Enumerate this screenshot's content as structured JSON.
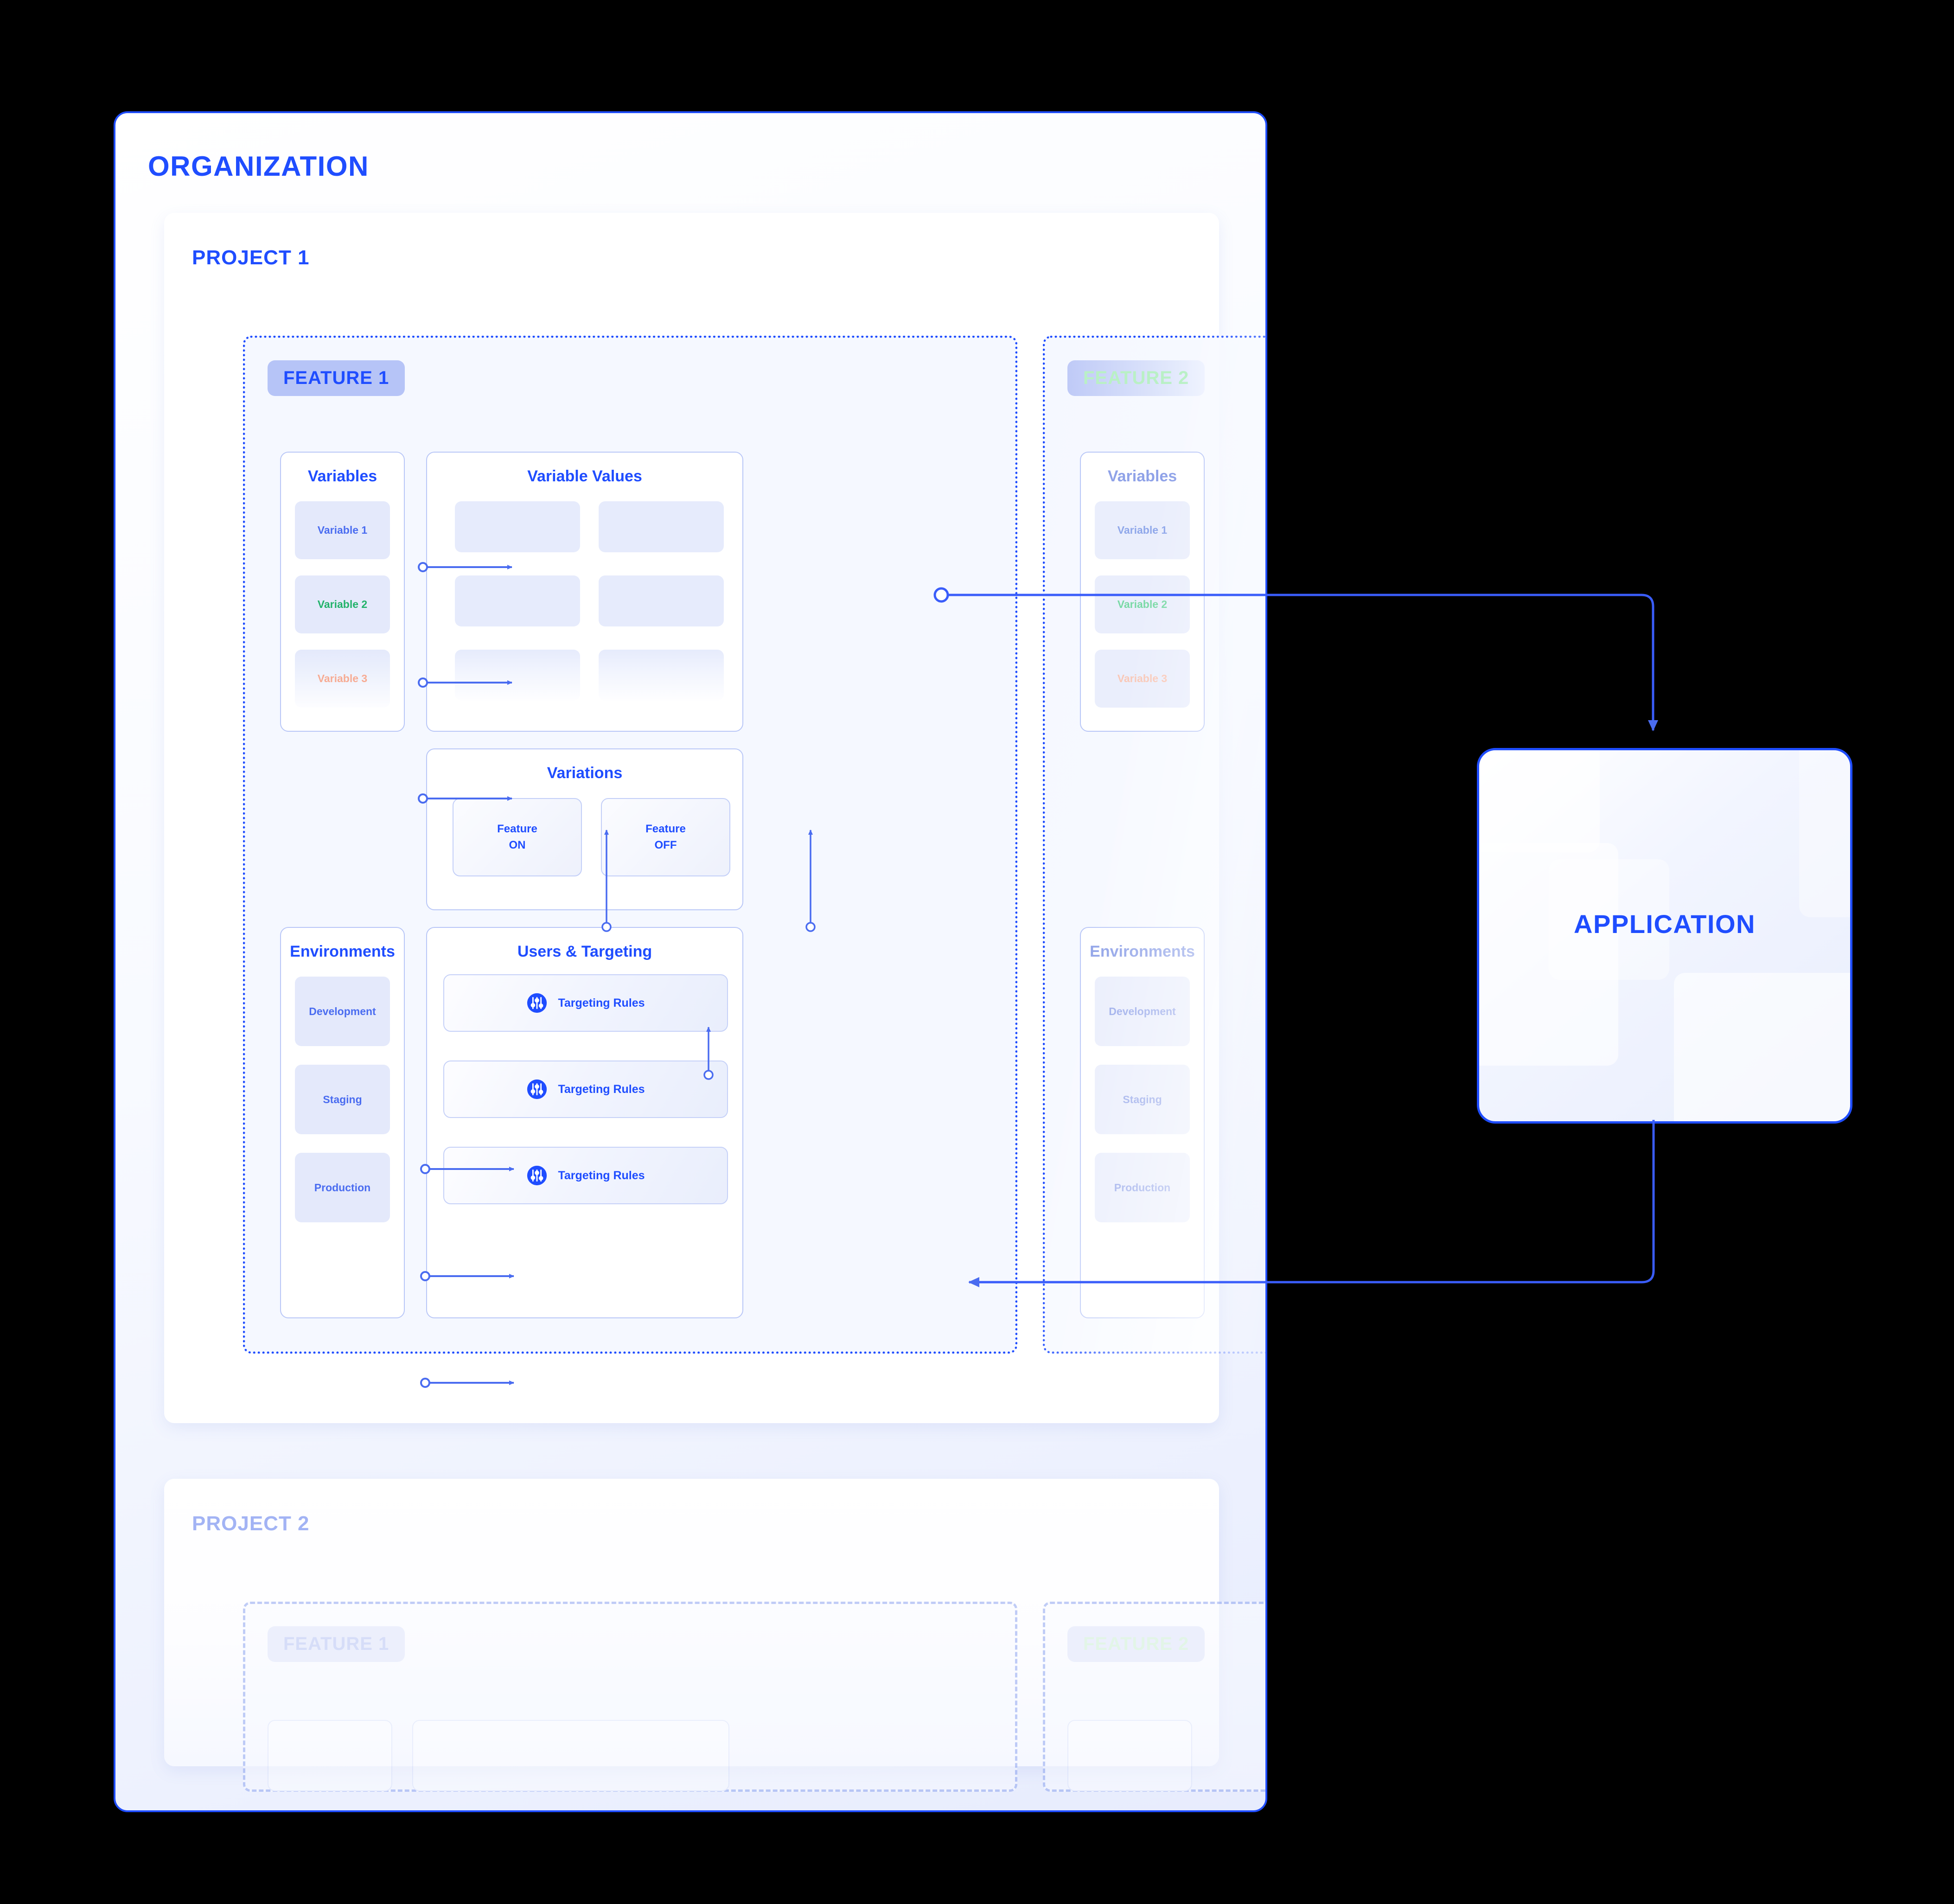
{
  "organization": {
    "title": "ORGANIZATION"
  },
  "projects": [
    {
      "title": "PROJECT 1",
      "features": [
        {
          "badge": "FEATURE 1",
          "variables_card": {
            "title": "Variables",
            "items": [
              {
                "label": "Variable 1",
                "color": "#4a6cf0"
              },
              {
                "label": "Variable 2",
                "color": "#21b26a"
              },
              {
                "label": "Variable 3",
                "color": "#f7ab93"
              }
            ]
          },
          "variable_values_card": {
            "title": "Variable Values",
            "cells": 6
          },
          "variations_card": {
            "title": "Variations",
            "items": [
              {
                "line1": "Feature",
                "line2": "ON"
              },
              {
                "line1": "Feature",
                "line2": "OFF"
              }
            ]
          },
          "environments_card": {
            "title": "Environments",
            "items": [
              {
                "label": "Development"
              },
              {
                "label": "Staging"
              },
              {
                "label": "Production"
              }
            ]
          },
          "users_targeting_card": {
            "title": "Users & Targeting",
            "rows": [
              {
                "label": "Targeting Rules",
                "icon": "sliders-icon"
              },
              {
                "label": "Targeting Rules",
                "icon": "sliders-icon"
              },
              {
                "label": "Targeting Rules",
                "icon": "sliders-icon"
              }
            ]
          }
        },
        {
          "badge": "FEATURE 2",
          "faded": true,
          "variables_card": {
            "title": "Variables",
            "items": [
              {
                "label": "Variable 1",
                "color": "#8fa7ea"
              },
              {
                "label": "Variable 2",
                "color": "#79d9a5"
              },
              {
                "label": "Variable 3",
                "color": "#f9c8b7"
              }
            ]
          },
          "environments_card": {
            "title": "Environments",
            "items": [
              {
                "label": "Development"
              },
              {
                "label": "Staging"
              },
              {
                "label": "Production"
              }
            ]
          }
        }
      ]
    },
    {
      "title": "PROJECT 2",
      "faded": true,
      "features": [
        {
          "badge": "FEATURE 1"
        },
        {
          "badge": "FEATURE 2"
        }
      ]
    }
  ],
  "application": {
    "title": "APPLICATION"
  },
  "colors": {
    "brand_blue": "#1f4dff",
    "variable_blue": "#4a6cf0",
    "variable_green": "#21b26a",
    "variable_salmon": "#f7ab93",
    "badge_bg": "#b6c4f7",
    "box_bg": "#e4e9fb",
    "card_border": "#b9c7f7"
  }
}
